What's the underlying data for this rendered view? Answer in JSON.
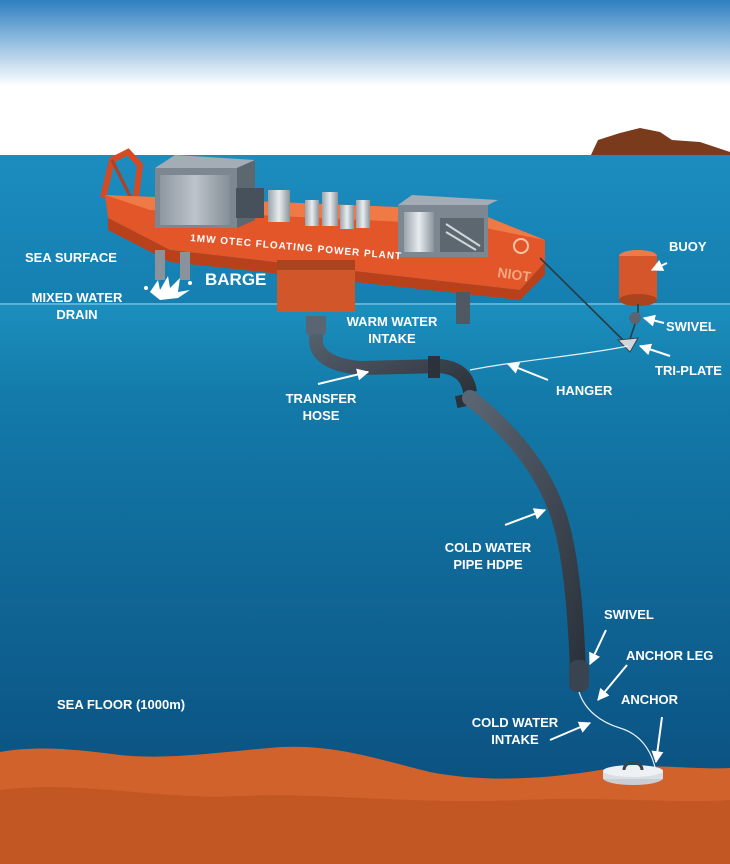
{
  "labels": {
    "sea_surface": "SEA SURFACE",
    "mixed_water_drain_1": "MIXED WATER",
    "mixed_water_drain_2": "DRAIN",
    "barge": "BARGE",
    "barge_text": "1MW OTEC FLOATING POWER PLANT",
    "barge_logo": "NIOT",
    "warm_water_intake_1": "WARM WATER",
    "warm_water_intake_2": "INTAKE",
    "buoy": "BUOY",
    "swivel_top": "SWIVEL",
    "tri_plate": "TRI-PLATE",
    "hanger": "HANGER",
    "transfer_hose_1": "TRANSFER",
    "transfer_hose_2": "HOSE",
    "cold_water_pipe_1": "COLD WATER",
    "cold_water_pipe_2": "PIPE HDPE",
    "swivel_bottom": "SWIVEL",
    "anchor_leg": "ANCHOR LEG",
    "anchor": "ANCHOR",
    "cold_water_intake_1": "COLD WATER",
    "cold_water_intake_2": "INTAKE",
    "sea_floor": "SEA FLOOR (1000m)"
  },
  "colors": {
    "sky_top": "#2d7fc1",
    "sky_bottom": "#ffffff",
    "sea_top": "#1a89b8",
    "sea_bottom": "#0b5282",
    "barge": "#e2562a",
    "seabed": "#d2622c",
    "pipe": "#3a4450",
    "label": "#ffffff"
  }
}
